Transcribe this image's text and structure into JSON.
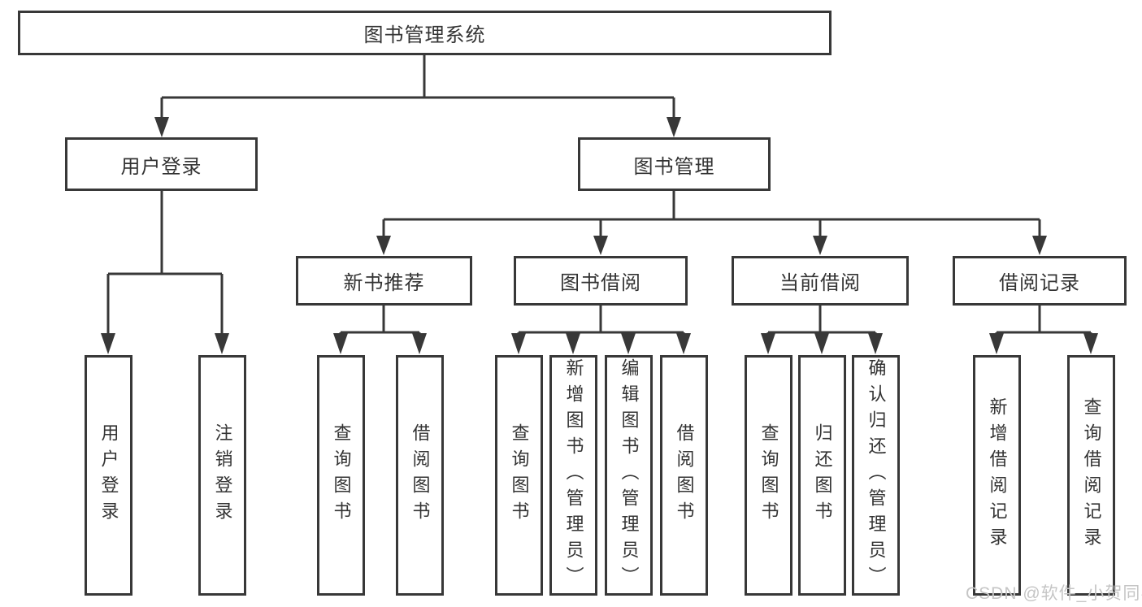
{
  "diagram": {
    "root": {
      "label": "图书管理系统"
    },
    "level1": [
      {
        "id": "user-login",
        "label": "用户登录"
      },
      {
        "id": "book-management",
        "label": "图书管理"
      }
    ],
    "level2": [
      {
        "id": "new-book-recommend",
        "label": "新书推荐"
      },
      {
        "id": "book-borrowing",
        "label": "图书借阅"
      },
      {
        "id": "current-borrowing",
        "label": "当前借阅"
      },
      {
        "id": "borrowing-records",
        "label": "借阅记录"
      }
    ],
    "leaves": {
      "user_login": [
        "用户登录",
        "注销登录"
      ],
      "new_book_recommend": [
        "查询图书",
        "借阅图书"
      ],
      "book_borrowing": [
        "查询图书",
        "新增图书（管理员）",
        "编辑图书（管理员）",
        "借阅图书"
      ],
      "current_borrowing": [
        "查询图书",
        "归还图书",
        "确认归还（管理员）"
      ],
      "borrowing_records": [
        "新增借阅记录",
        "查询借阅记录"
      ]
    }
  },
  "watermark": {
    "text": "CSDN @软件_小贺同学"
  },
  "colors": {
    "line": "#383838",
    "border": "#383838",
    "text": "#333333",
    "watermark": "#c5c5c5",
    "background": "#ffffff"
  }
}
